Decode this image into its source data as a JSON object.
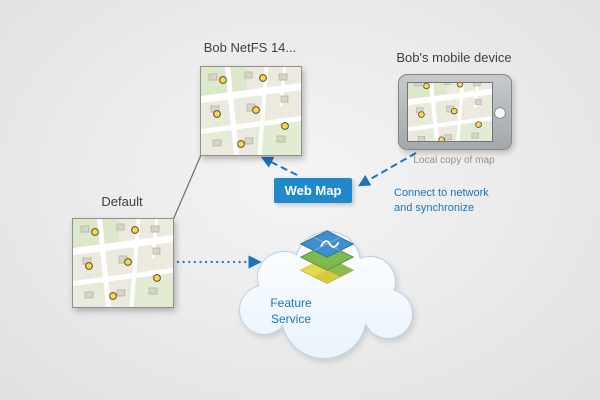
{
  "diagram": {
    "versions": {
      "netfs": {
        "label": "Bob NetFS 14..."
      },
      "default": {
        "label": "Default"
      }
    },
    "device": {
      "label": "Bob's mobile device",
      "caption": "Local copy of map"
    },
    "web_map": {
      "label": "Web Map"
    },
    "cloud": {
      "label": "Feature Service"
    },
    "sync_note": "Connect to network and synchronize"
  },
  "icons": {
    "map_thumbnail": "street-map-with-yellow-point-features",
    "device": "tablet-icon",
    "cloud": "cloud-icon",
    "feature_service": "layer-stack-icon",
    "connectors": [
      "webmap-to-netfs-dashed-arrow",
      "device-to-webmap-dashed-arrow",
      "default-to-cloud-dotted-arrow",
      "version-branch-line"
    ]
  },
  "colors": {
    "accent_blue": "#1c75bc",
    "web_map_bg": "#2089cb",
    "label_dark": "#3f3f3f",
    "caption_gray": "#8f8f8f",
    "feature_point_yellow": "#ffd93a",
    "cloud_outline": "#b9d3e8"
  }
}
